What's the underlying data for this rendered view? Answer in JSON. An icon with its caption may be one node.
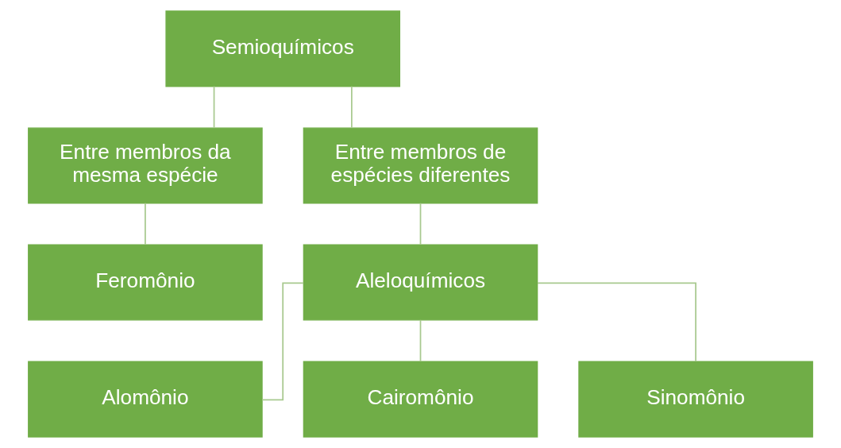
{
  "diagram": {
    "nodes": [
      {
        "text": [
          "Semioquímicos"
        ]
      },
      {
        "text": [
          "Entre membros da mesma espécie"
        ]
      },
      {
        "text": [
          "Entre membros de espécies diferentes"
        ]
      },
      {
        "text": [
          "Feromônio"
        ]
      },
      {
        "text": [
          "Aleloquímicos"
        ]
      },
      {
        "text": [
          "Alomônio"
        ]
      },
      {
        "text": [
          "Cairomônio"
        ]
      },
      {
        "text": [
          "Sinomônio"
        ]
      }
    ],
    "edges": [
      {
        "from": 0,
        "to": 1,
        "arrow": "none"
      },
      {
        "from": 0,
        "to": 2,
        "arrow": "none"
      },
      {
        "from": 1,
        "to": 3,
        "arrow": "none"
      },
      {
        "from": 2,
        "to": 4,
        "arrow": "none"
      },
      {
        "from": 4,
        "to": 5,
        "arrow": "none"
      },
      {
        "from": 4,
        "to": 6,
        "arrow": "none"
      },
      {
        "from": 4,
        "to": 7,
        "arrow": "none"
      }
    ]
  }
}
